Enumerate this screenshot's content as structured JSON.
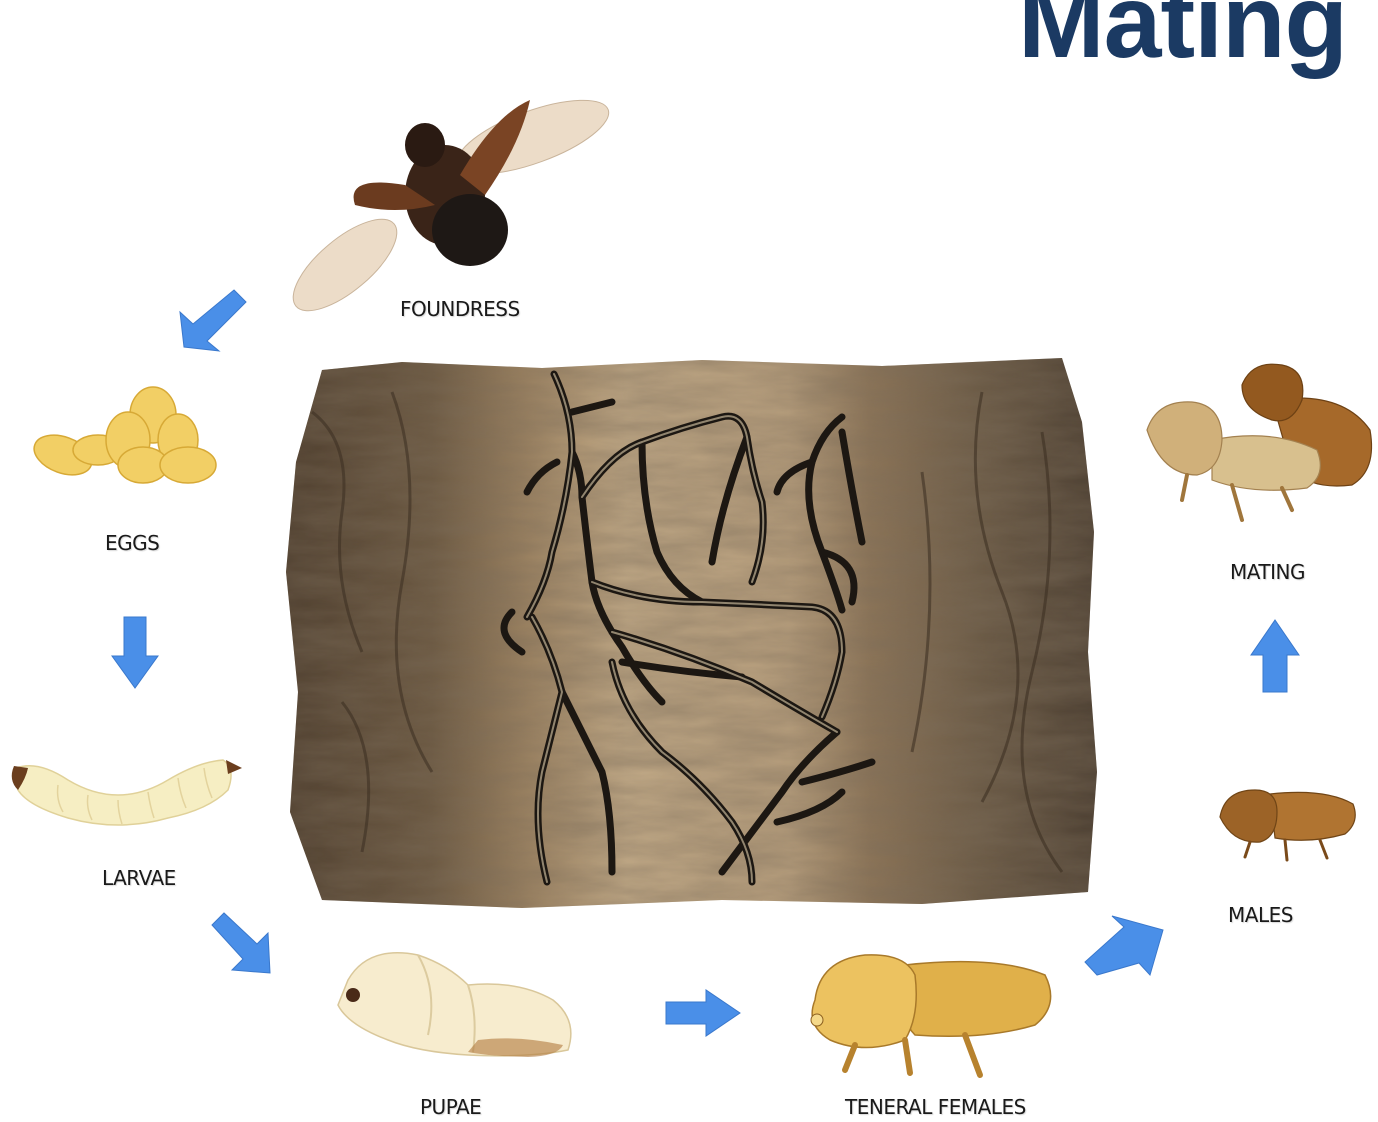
{
  "title": "Mating",
  "stages": {
    "foundress": "FOUNDRESS",
    "eggs": "EGGS",
    "larvae": "LARVAE",
    "pupae": "PUPAE",
    "teneral_females": "TENERAL FEMALES",
    "males": "MALES",
    "mating": "MATING"
  },
  "colors": {
    "title": "#1b3a63",
    "arrow": "#4a8fe8",
    "bark_dark": "#5b4a36",
    "bark_light": "#b49a78",
    "beetle_gold": "#d9a840",
    "beetle_brown": "#a86f2e",
    "egg": "#f0cd62",
    "larva": "#f6eec3"
  },
  "icons": [
    "foundress-beetle-icon",
    "eggs-icon",
    "larva-icon",
    "pupa-icon",
    "teneral-female-icon",
    "male-beetle-icon",
    "mating-beetles-icon",
    "bark-gallery-icon"
  ]
}
